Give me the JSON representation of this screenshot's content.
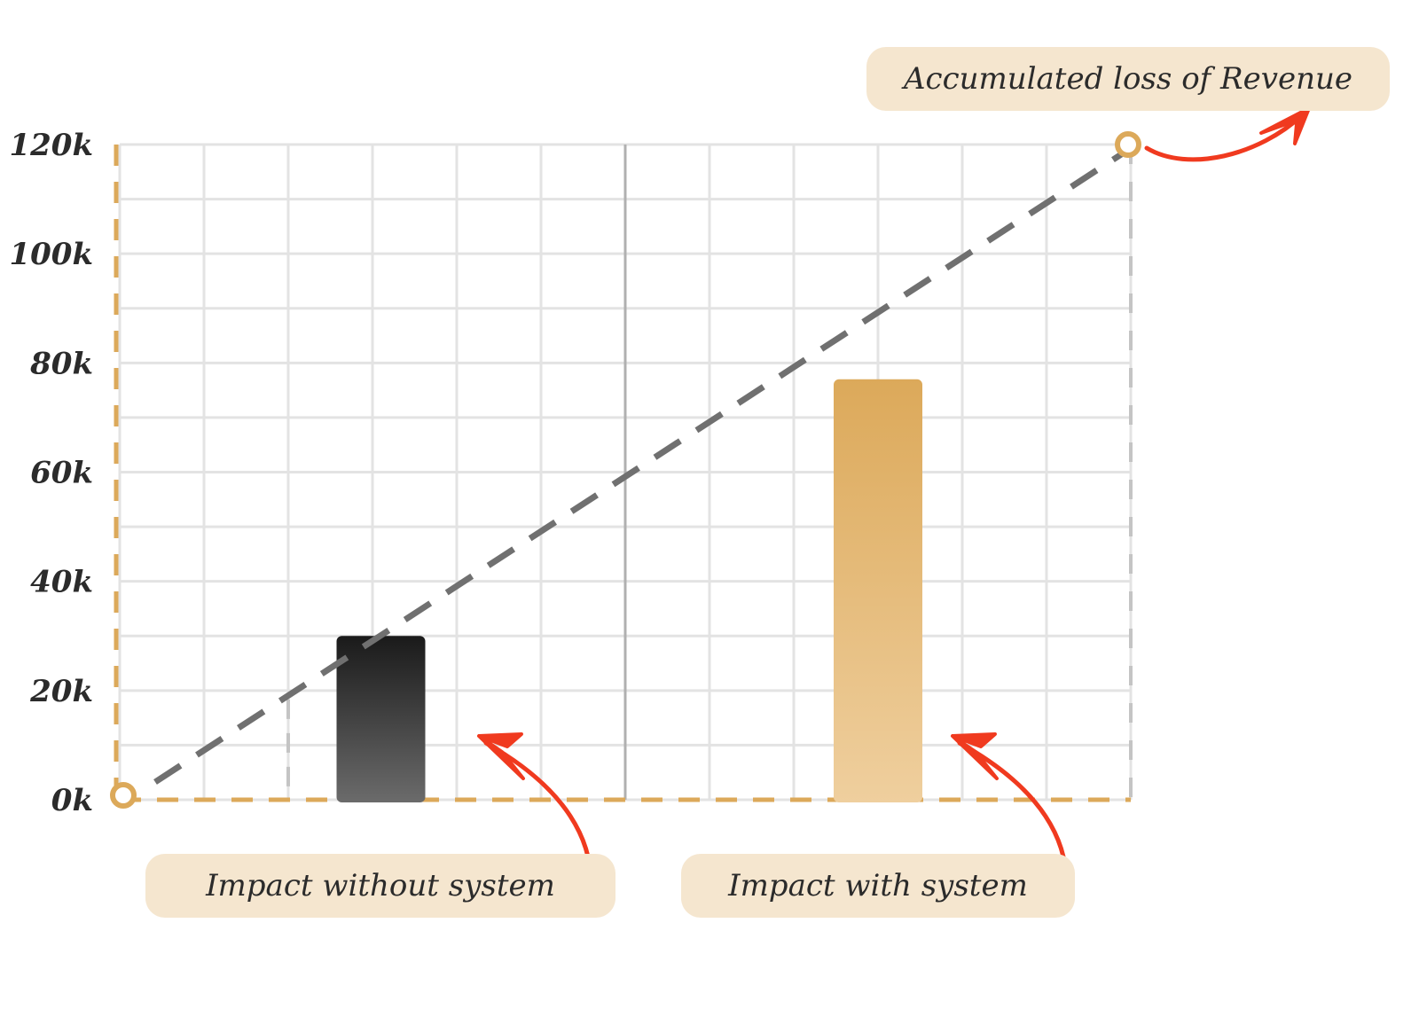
{
  "chart_data": {
    "type": "bar",
    "title": "",
    "xlabel": "",
    "ylabel": "",
    "ylim": [
      0,
      120000
    ],
    "yticks": [
      0,
      20000,
      40000,
      60000,
      80000,
      100000,
      120000
    ],
    "ytick_labels": [
      "0k",
      "20k",
      "40k",
      "60k",
      "80k",
      "100k",
      "120k"
    ],
    "grid": true,
    "categories": [
      "Impact without system",
      "Impact with system"
    ],
    "values": [
      30000,
      77000
    ],
    "bar_colors": [
      [
        "#1a1a1a",
        "#6b6b6b"
      ],
      [
        "#dca95a",
        "#efcf9e"
      ]
    ],
    "reference_line": {
      "name": "Accumulated loss of Revenue",
      "start_value": 0,
      "end_value": 120000,
      "style": "dashed",
      "color": "#707070"
    },
    "annotations": [
      {
        "text": "Impact without system",
        "target": "Impact without system"
      },
      {
        "text": "Impact with system",
        "target": "Impact with system"
      },
      {
        "text": "Accumulated loss of Revenue",
        "target": "reference_line_end"
      }
    ]
  },
  "colors": {
    "axis_accent": "#dca95a",
    "grid": "#e3e3e3",
    "arrow": "#f03a1f",
    "label_bg": "#f5e6cf"
  }
}
